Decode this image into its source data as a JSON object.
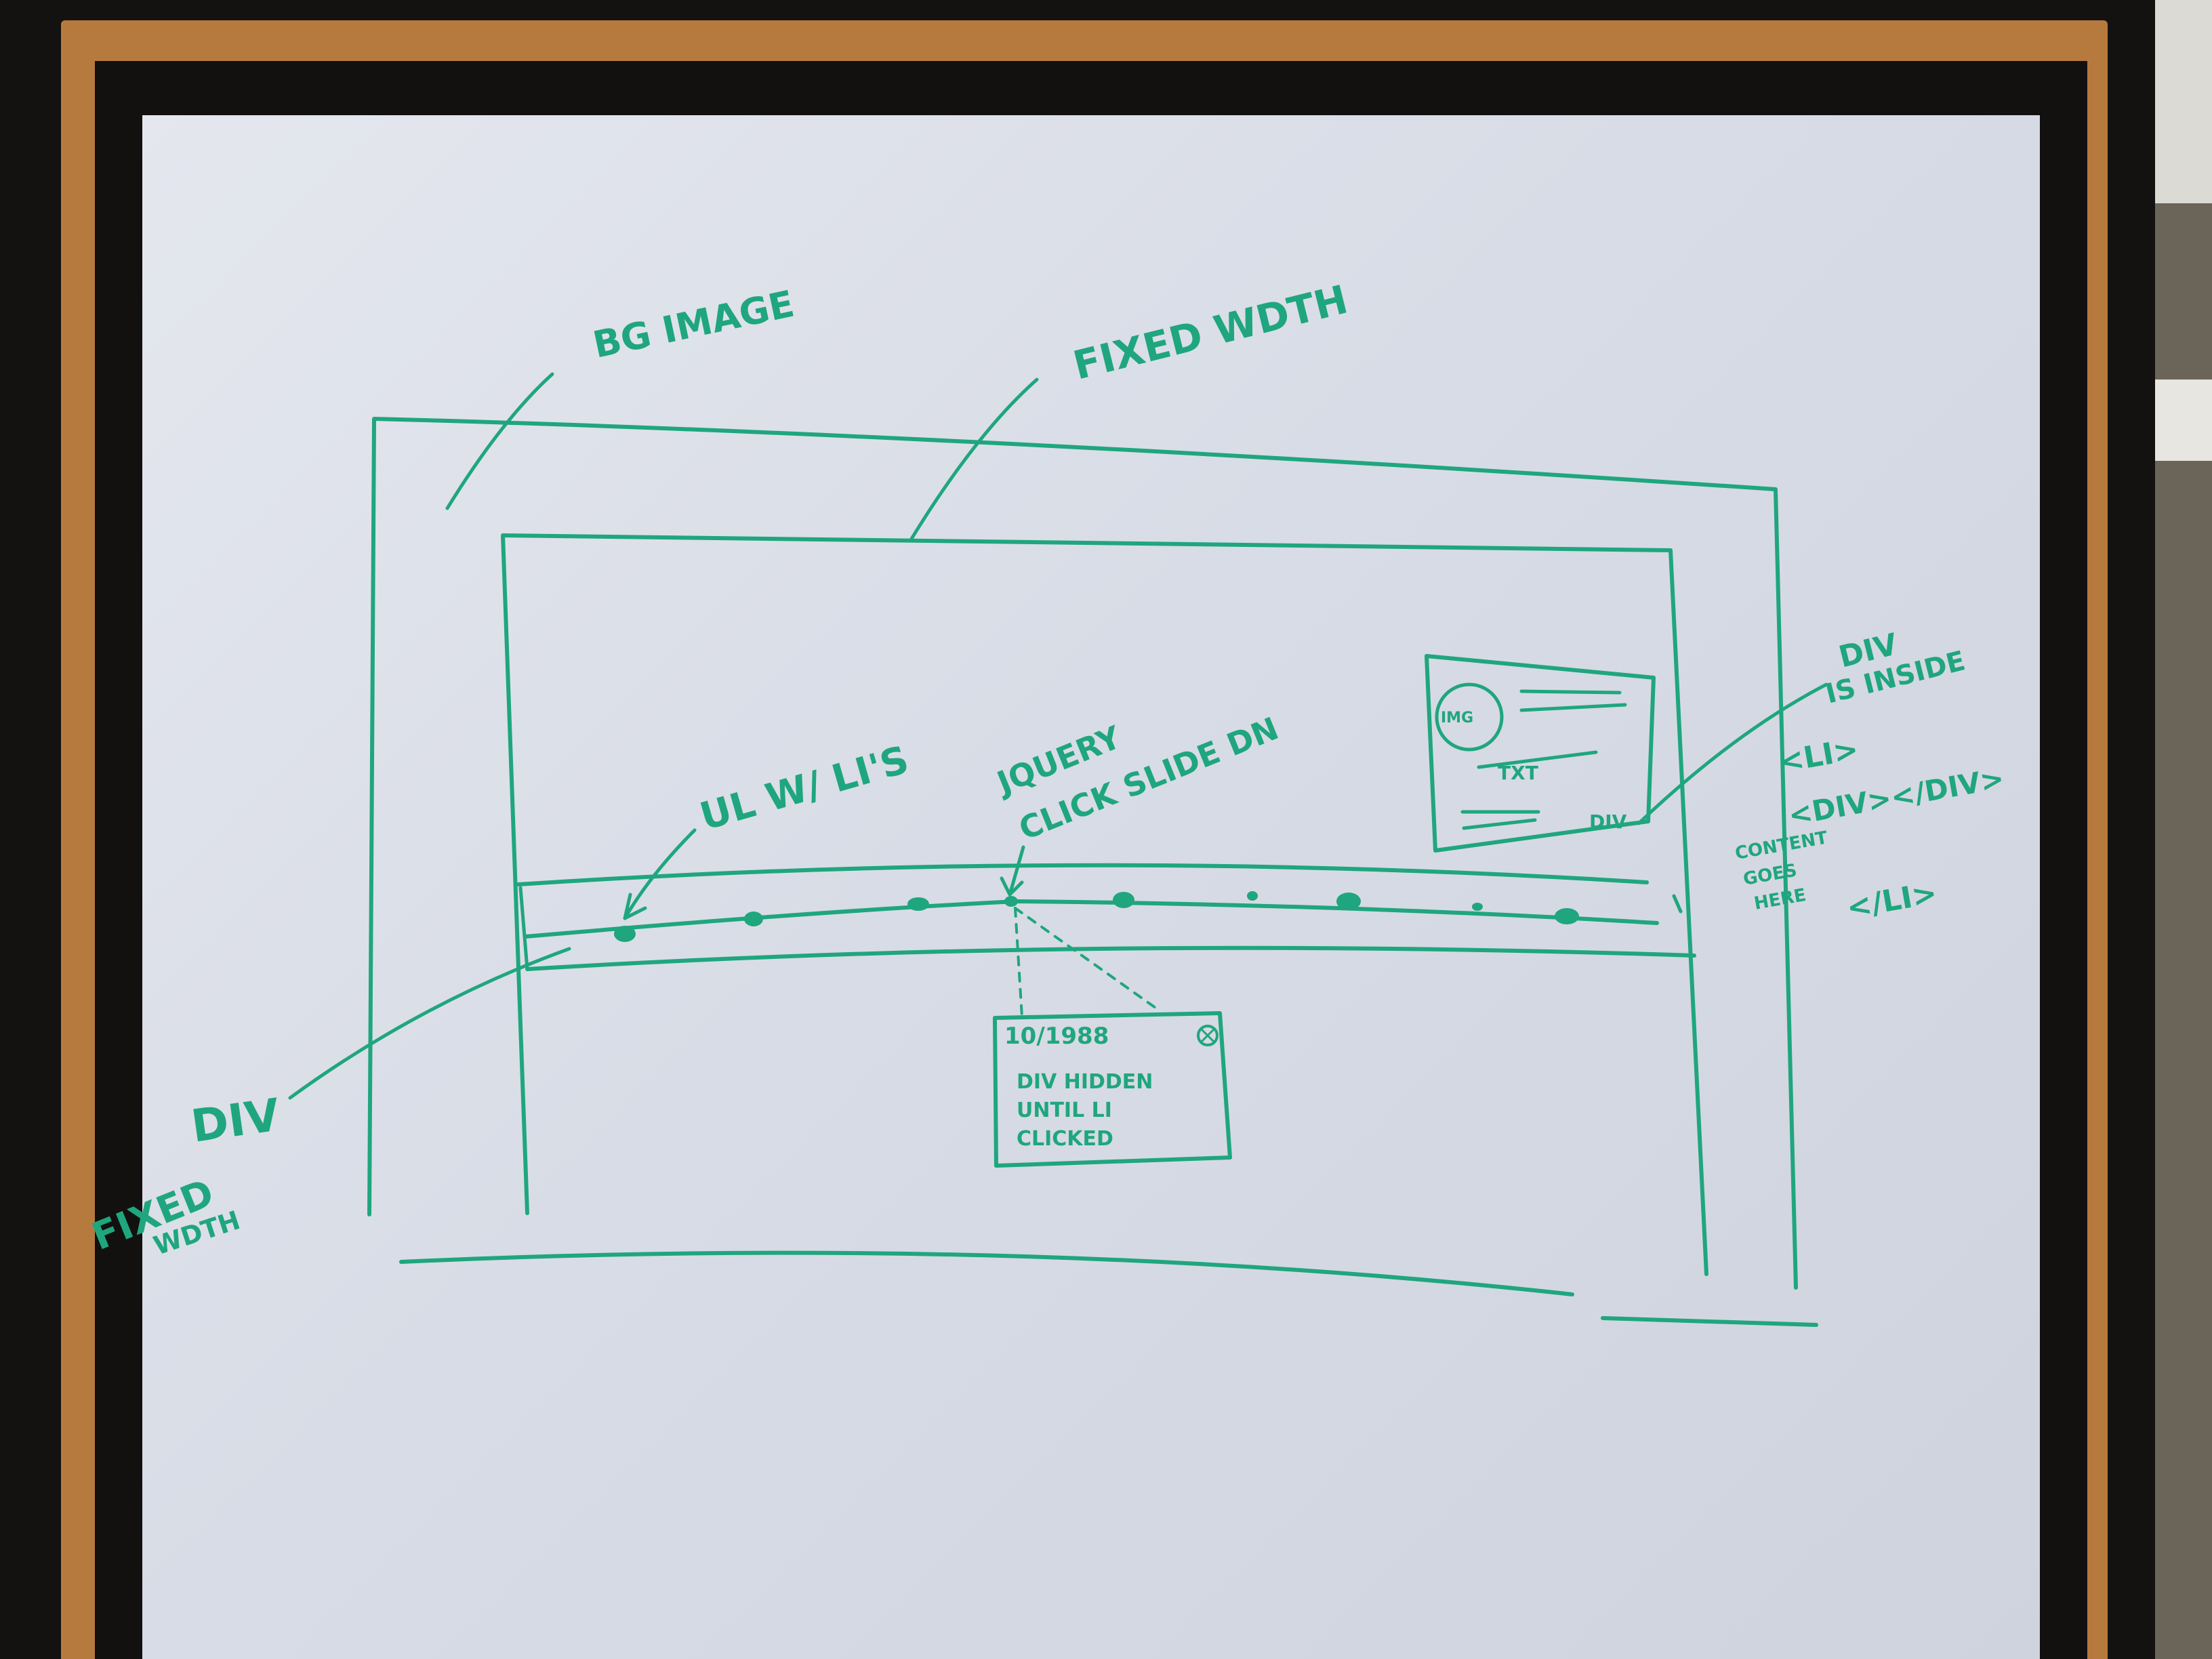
{
  "labels": {
    "bg_image": "BG IMAGE",
    "fixed_width": "FIXED WDTH",
    "ul_with_lis": "UL W/ LI'S",
    "jquery_line1": "JQUERY",
    "jquery_line2": "CLICK SLIDE DN",
    "div_inside_line1": "DIV",
    "div_inside_line2": "IS INSIDE",
    "li_open": "<LI>",
    "div_tags": "<DIV></DIV>",
    "li_close": "</LI>",
    "content_line1": "CONTENT",
    "content_line2": "GOES",
    "content_line3": "HERE",
    "div_fixed_line1": "DIV",
    "div_fixed_line2": "FIXED",
    "div_fixed_line3": "WDTH",
    "popup_date": "10/1988",
    "popup_line1": "DIV HIDDEN",
    "popup_line2": "UNTIL LI",
    "popup_line3": "CLICKED",
    "card_img": "IMG",
    "card_txt": "TXT",
    "card_div": "DIV"
  },
  "colors": {
    "ink": "#1fa67e",
    "board": "#dfe2ea",
    "cork": "#b77a3e",
    "frame": "#141210"
  },
  "icons": {
    "popup_close": "close-circle-icon"
  }
}
